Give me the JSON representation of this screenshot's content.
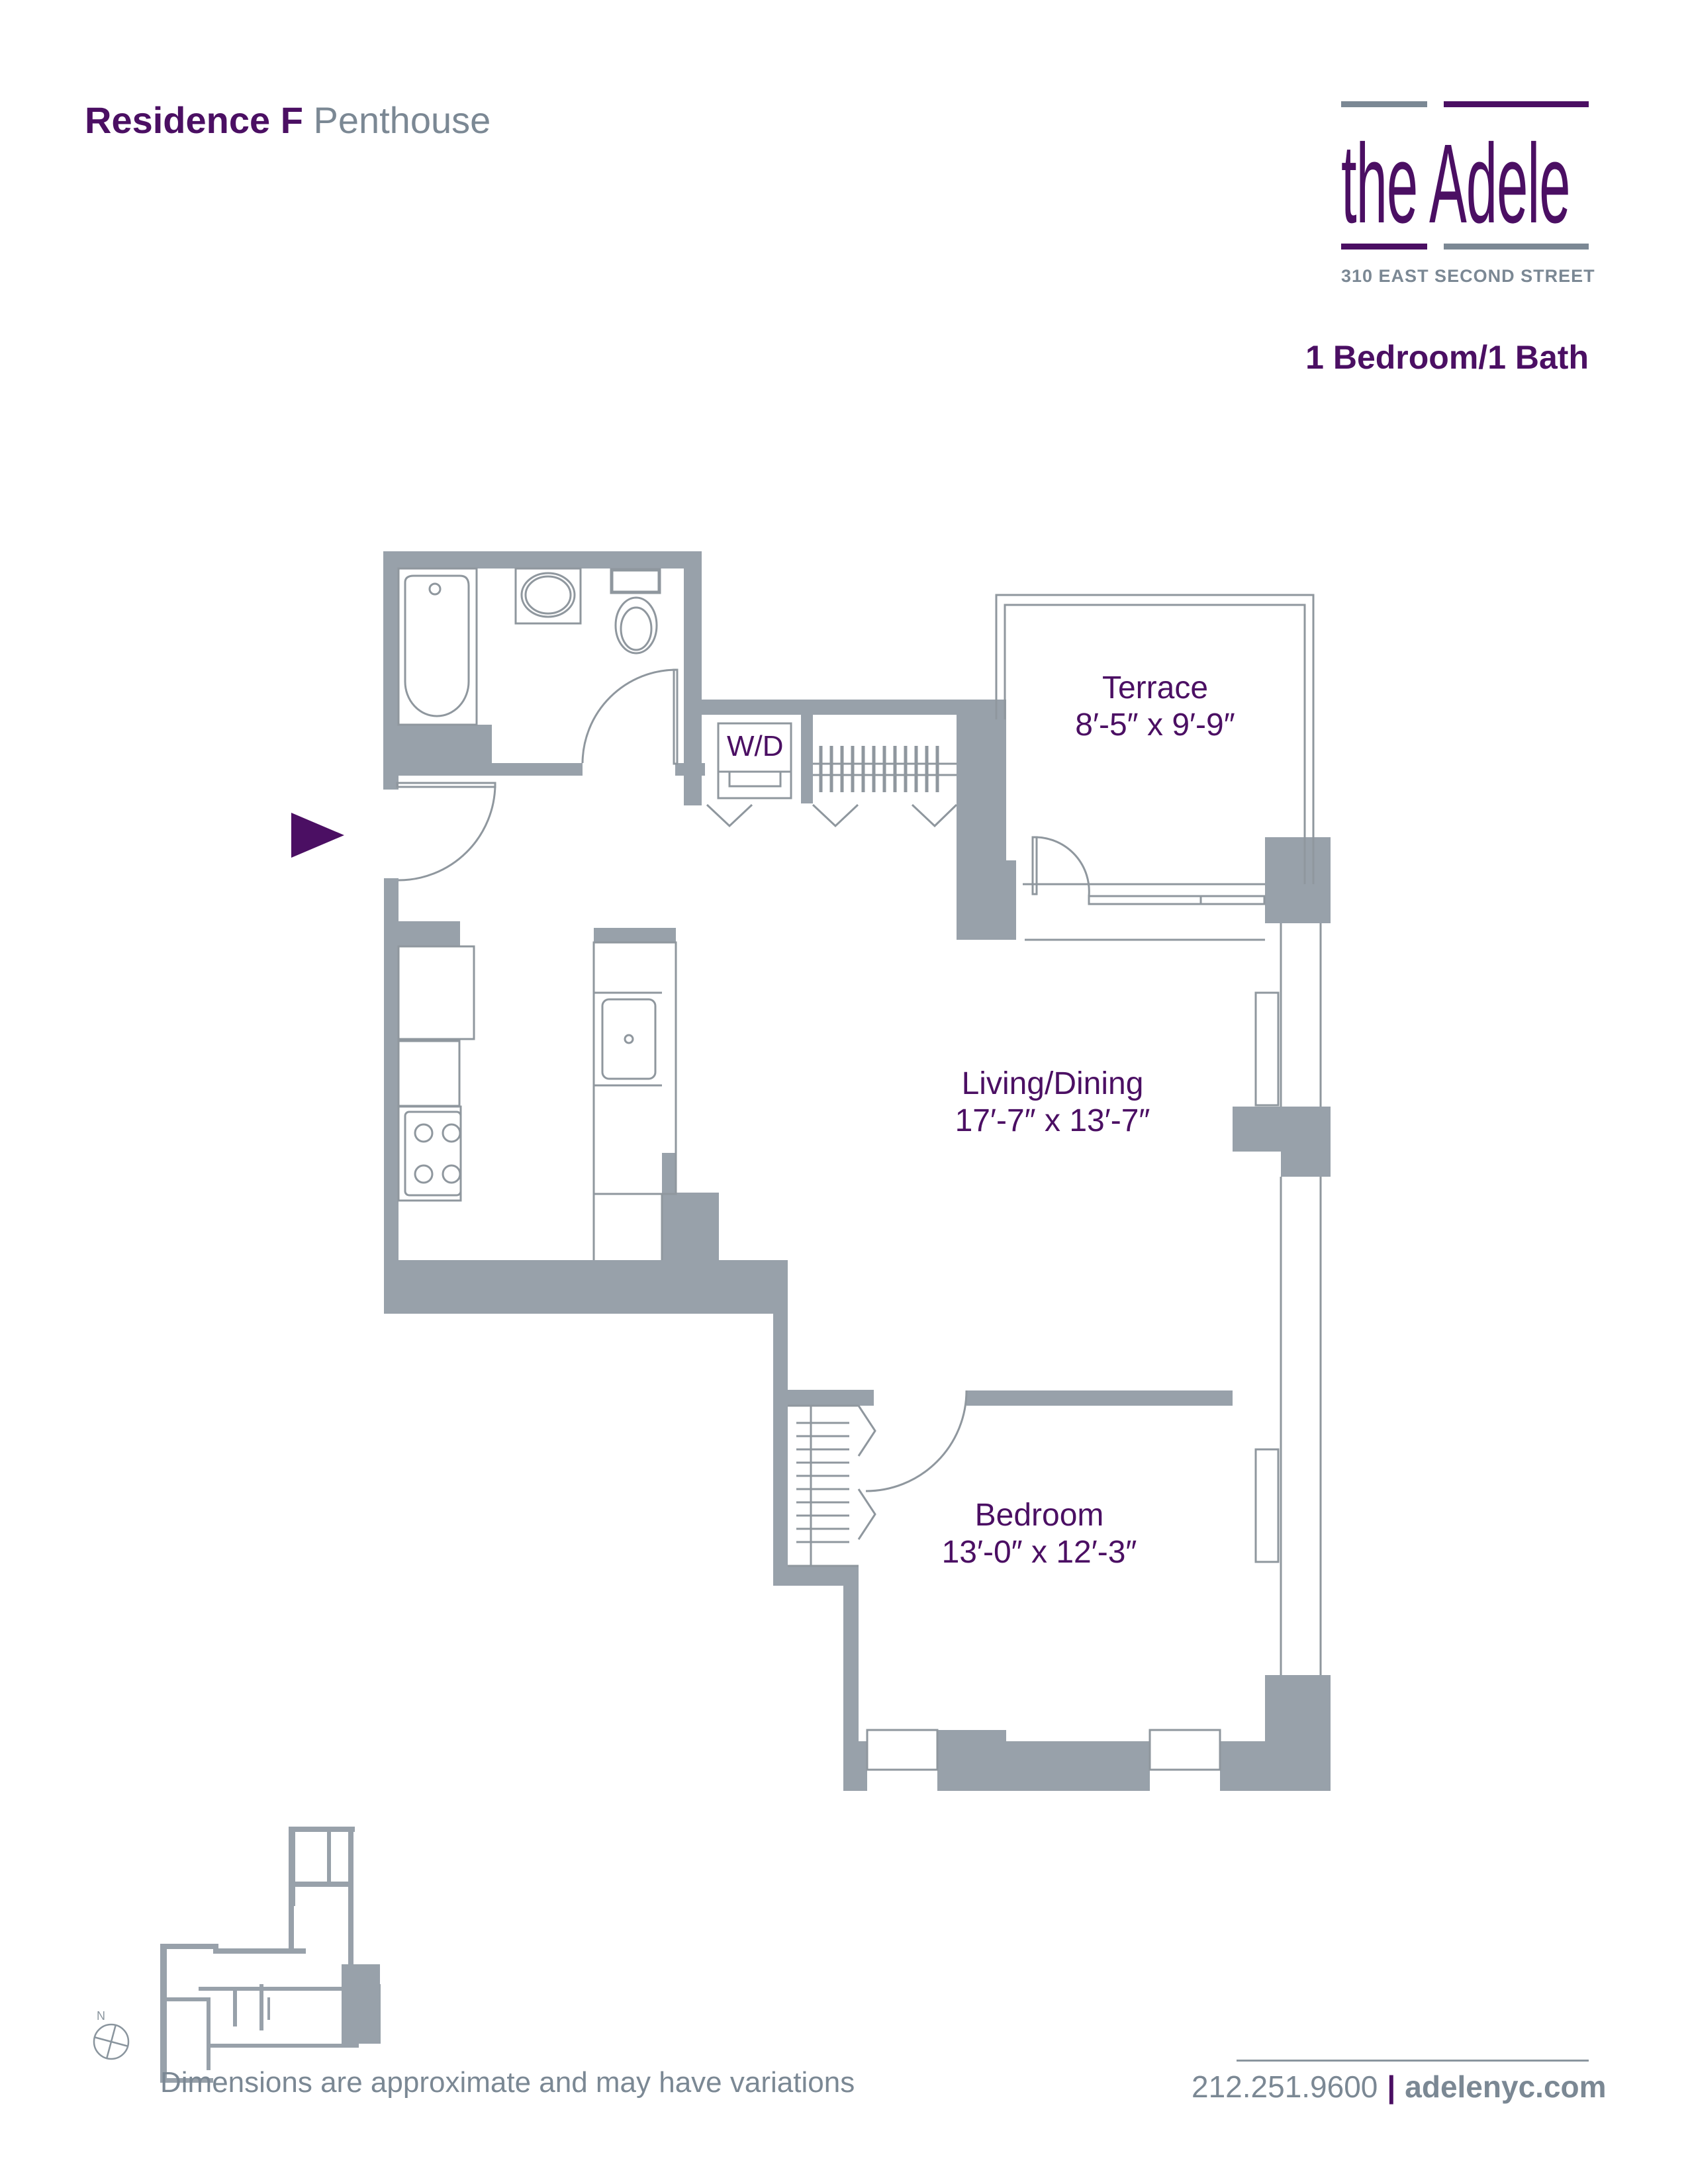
{
  "header": {
    "residence_bold": "Residence F",
    "residence_light": "Penthouse",
    "unit_type": "1 Bedroom/1 Bath"
  },
  "logo": {
    "name": "the Adele",
    "address": "310 EAST SECOND STREET",
    "colors": {
      "purple": "#4b0f63",
      "grey": "#7b8894"
    }
  },
  "floor_plan": {
    "wall_color": "#98a1aa",
    "line_color": "#8f979e",
    "rooms": [
      {
        "name": "Terrace",
        "dimensions": "8′-5″ x 9′-9″"
      },
      {
        "name": "Living/Dining",
        "dimensions": "17′-7″ x 13′-7″"
      },
      {
        "name": "Bedroom",
        "dimensions": "13′-0″ x 12′-3″"
      }
    ],
    "fixtures": {
      "washer_dryer_label": "W/D"
    },
    "entry_marker": "entry-arrow"
  },
  "key_plan": {
    "compass_label": "N"
  },
  "footer": {
    "disclaimer": "Dimensions are approximate and may have variations",
    "phone": "212.251.9600",
    "separator": "|",
    "website": "adelenyc.com"
  }
}
